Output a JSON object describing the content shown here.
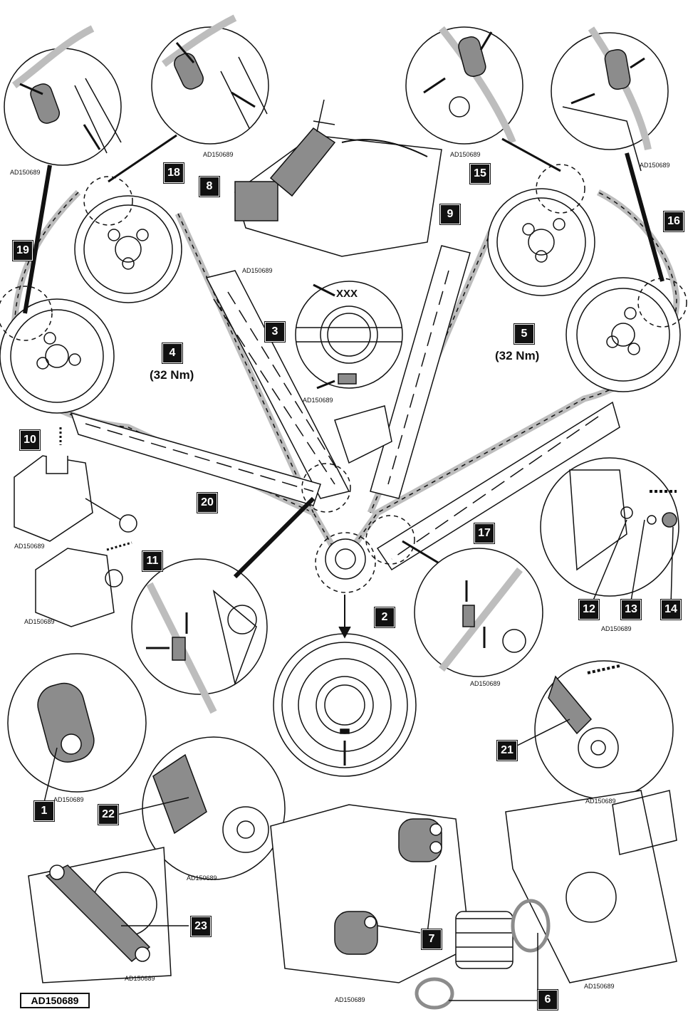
{
  "ref_code": "AD150689",
  "torque_value": "(32 Nm)",
  "timing_mark": "XXX",
  "callouts": [
    "1",
    "2",
    "3",
    "4",
    "5",
    "6",
    "7",
    "8",
    "9",
    "10",
    "11",
    "12",
    "13",
    "14",
    "15",
    "16",
    "17",
    "18",
    "19",
    "20",
    "21",
    "22",
    "23"
  ],
  "colors": {
    "line": "#111111",
    "tool_fill": "#8c8c8c",
    "chain": "#bdbdbd",
    "background": "#ffffff"
  }
}
